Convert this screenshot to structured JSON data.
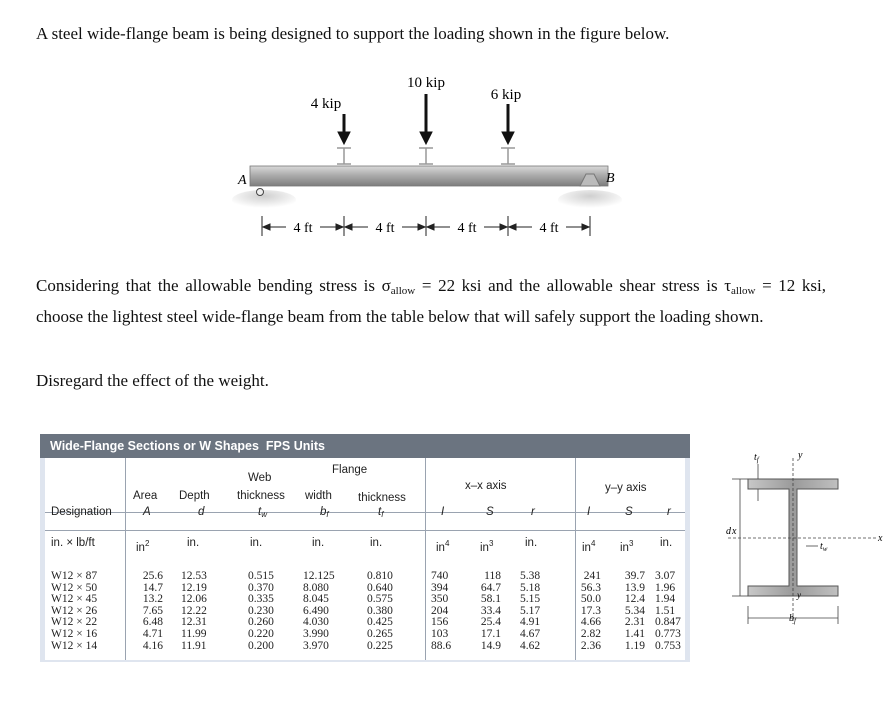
{
  "problem": {
    "intro": "A steel wide-flange beam is being designed to support the loading shown in the figure below.",
    "consider_a": "Considering that the allowable bending stress is σ",
    "allow_sub": "allow",
    "consider_b": " = 22 ksi and the allowable shear stress is τ",
    "consider_c": " = 12 ksi, choose the lightest steel wide-flange beam from the table below that will safely support the loading shown.",
    "disregard": "Disregard the effect of the weight."
  },
  "figure": {
    "loads": [
      "4 kip",
      "10 kip",
      "6 kip"
    ],
    "support_a": "A",
    "support_b": "B",
    "spans": [
      "4 ft",
      "4 ft",
      "4 ft",
      "4 ft"
    ]
  },
  "table": {
    "title": "Wide-Flange Sections or W Shapes",
    "units": "FPS Units",
    "headers": {
      "designation": "Designation",
      "area": "Area",
      "area_sym": "A",
      "depth": "Depth",
      "depth_sym": "d",
      "web": "Web",
      "web2": "thickness",
      "web_sym": "t",
      "web_sub": "w",
      "flange": "Flange",
      "width": "width",
      "width_sym": "b",
      "width_sub": "f",
      "thick": "thickness",
      "thick_sym": "t",
      "thick_sub": "f",
      "xx": "x–x axis",
      "yy": "y–y axis",
      "I": "I",
      "S": "S",
      "r": "r"
    },
    "units_row": {
      "designation": "in. × lb/ft",
      "area": "in",
      "area_exp": "2",
      "depth": "in.",
      "web": "in.",
      "width": "in.",
      "thick": "in.",
      "Ix": "in",
      "Ix_exp": "4",
      "Sx": "in",
      "Sx_exp": "3",
      "rx": "in.",
      "Iy": "in",
      "Iy_exp": "4",
      "Sy": "in",
      "Sy_exp": "3",
      "ry": "in."
    },
    "col_designation": "W12 × 87\nW12 × 50\nW12 × 45\nW12 × 26\nW12 × 22\nW12 × 16\nW12 × 14",
    "col_area": "25.6\n14.7\n13.2\n7.65\n6.48\n4.71\n4.16",
    "col_depth": "12.53\n12.19\n12.06\n12.22\n12.31\n11.99\n11.91",
    "col_web": "0.515\n0.370\n0.335\n0.230\n0.260\n0.220\n0.200",
    "col_width": "12.125\n8.080\n8.045\n6.490\n4.030\n3.990\n3.970",
    "col_thick": "0.810\n0.640\n0.575\n0.380\n0.425\n0.265\n0.225",
    "col_Ix": "740\n394\n350\n204\n156\n103\n88.6",
    "col_Sx": "118\n64.7\n58.1\n33.4\n25.4\n17.1\n14.9",
    "col_rx": "5.38\n5.18\n5.15\n5.17\n4.91\n4.67\n4.62",
    "col_Iy": "241\n56.3\n50.0\n17.3\n4.66\n2.82\n2.36",
    "col_Sy": "39.7\n13.9\n12.4\n5.34\n2.31\n1.41\n1.19",
    "col_ry": "3.07\n1.96\n1.94\n1.51\n0.847\n0.773\n0.753"
  },
  "section_fig": {
    "tf": "t",
    "tf_sub": "f",
    "y_top": "y",
    "d": "d",
    "x_left": "x",
    "x_right": "x",
    "tw": "t",
    "tw_sub": "w",
    "y_bottom": "y",
    "bf": "b",
    "bf_sub": "f"
  }
}
